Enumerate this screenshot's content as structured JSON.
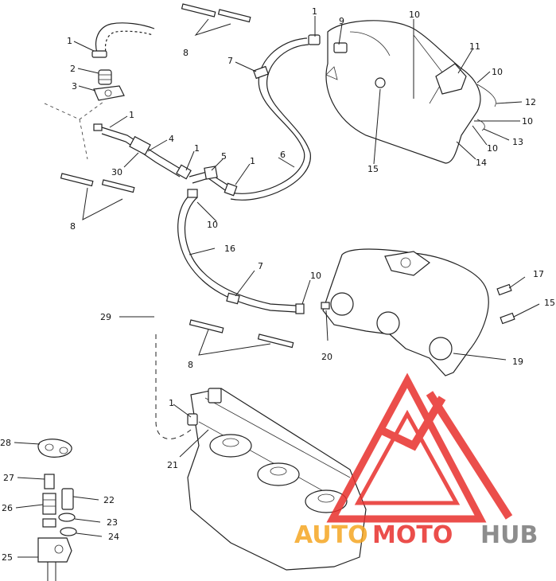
{
  "callouts": [
    {
      "id": "c1a",
      "text": "1"
    },
    {
      "id": "c1b",
      "text": "1"
    },
    {
      "id": "c1c",
      "text": "1"
    },
    {
      "id": "c1d",
      "text": "1"
    },
    {
      "id": "c1e",
      "text": "1"
    },
    {
      "id": "c1f",
      "text": "1"
    },
    {
      "id": "c2",
      "text": "2"
    },
    {
      "id": "c3",
      "text": "3"
    },
    {
      "id": "c4",
      "text": "4"
    },
    {
      "id": "c5",
      "text": "5"
    },
    {
      "id": "c6",
      "text": "6"
    },
    {
      "id": "c7a",
      "text": "7"
    },
    {
      "id": "c7b",
      "text": "7"
    },
    {
      "id": "c8a",
      "text": "8"
    },
    {
      "id": "c8b",
      "text": "8"
    },
    {
      "id": "c8c",
      "text": "8"
    },
    {
      "id": "c9",
      "text": "9"
    },
    {
      "id": "c10a",
      "text": "10"
    },
    {
      "id": "c10b",
      "text": "10"
    },
    {
      "id": "c10c",
      "text": "10"
    },
    {
      "id": "c10d",
      "text": "10"
    },
    {
      "id": "c10e",
      "text": "10"
    },
    {
      "id": "c10f",
      "text": "10"
    },
    {
      "id": "c11",
      "text": "11"
    },
    {
      "id": "c12",
      "text": "12"
    },
    {
      "id": "c13",
      "text": "13"
    },
    {
      "id": "c14",
      "text": "14"
    },
    {
      "id": "c15a",
      "text": "15"
    },
    {
      "id": "c15b",
      "text": "15"
    },
    {
      "id": "c16",
      "text": "16"
    },
    {
      "id": "c17",
      "text": "17"
    },
    {
      "id": "c19",
      "text": "19"
    },
    {
      "id": "c20",
      "text": "20"
    },
    {
      "id": "c21",
      "text": "21"
    },
    {
      "id": "c22",
      "text": "22"
    },
    {
      "id": "c23",
      "text": "23"
    },
    {
      "id": "c24",
      "text": "24"
    },
    {
      "id": "c25",
      "text": "25"
    },
    {
      "id": "c26",
      "text": "26"
    },
    {
      "id": "c27",
      "text": "27"
    },
    {
      "id": "c28",
      "text": "28"
    },
    {
      "id": "c29",
      "text": "29"
    },
    {
      "id": "c30",
      "text": "30"
    }
  ],
  "watermark": {
    "part1": "AUTO",
    "part2": "MOTO",
    "part3": "HUB",
    "color_red": "#e8302c",
    "color_orange": "#f5a623",
    "color_gray": "#7a7a7a",
    "logo_icon": "triangle-m-logo"
  }
}
